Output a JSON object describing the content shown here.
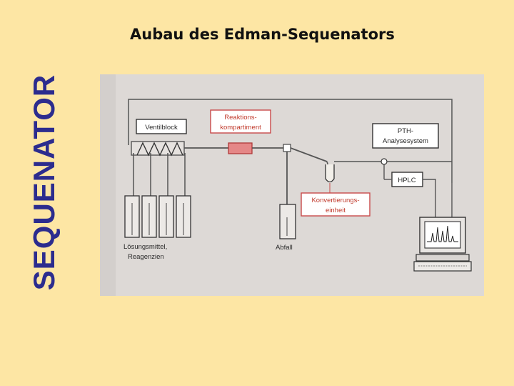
{
  "slide": {
    "side_title": "SEQUENATOR",
    "title": "Aubau des Edman-Sequenators"
  },
  "diagram": {
    "labels": {
      "ventilblock": "Ventilblock",
      "reaktion_line1": "Reaktions-",
      "reaktion_line2": "kompartiment",
      "pth_line1": "PTH-",
      "pth_line2": "Analysesystem",
      "hplc": "HPLC",
      "konv_line1": "Konvertierungs-",
      "konv_line2": "einheit",
      "loesung_line1": "Lösungsmittel,",
      "loesung_line2": "Reagenzien",
      "abfall": "Abfall"
    }
  },
  "colors": {
    "background": "#fde6a4",
    "side_title": "#2c2c8e",
    "figure_bg": "#ddd9d6",
    "line_dark": "#3c3c3c",
    "accent_red": "#c94a4a",
    "reactor_fill": "#e58787"
  }
}
